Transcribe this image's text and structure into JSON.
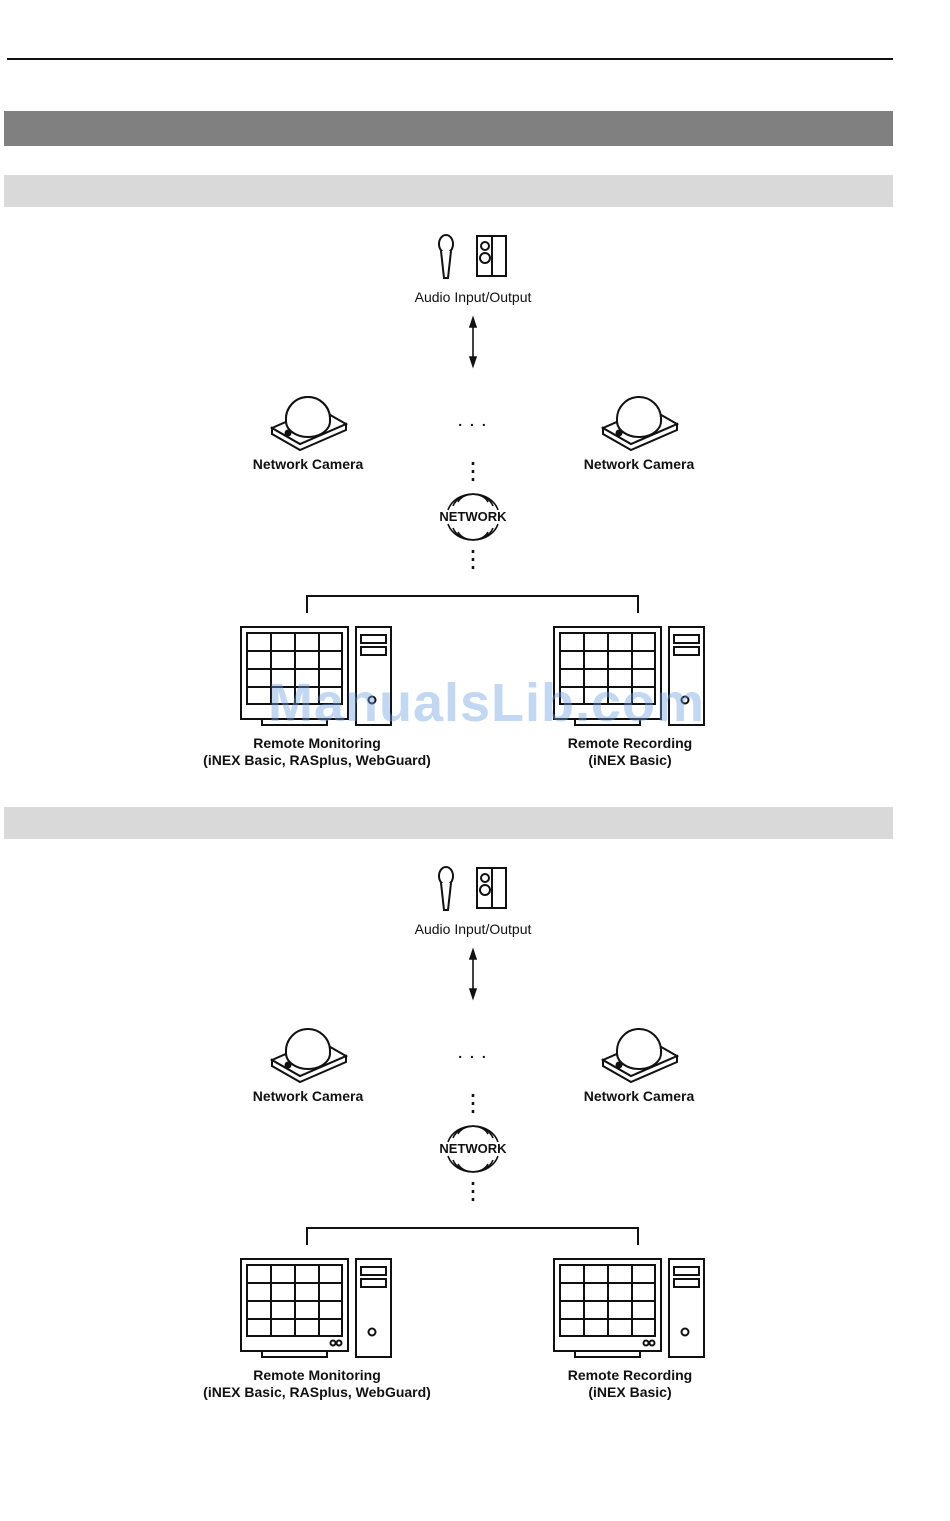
{
  "diagrams": [
    {
      "audio_label": "Audio Input/Output",
      "camera_left_label": "Network Camera",
      "camera_right_label": "Network Camera",
      "ellipsis": ". . .",
      "network_label": "NETWORK",
      "monitoring_label_line1": "Remote Monitoring",
      "monitoring_label_line2": "(iNEX Basic, RASplus, WebGuard)",
      "recording_label_line1": "Remote Recording",
      "recording_label_line2": "(iNEX Basic)"
    },
    {
      "audio_label": "Audio Input/Output",
      "camera_left_label": "Network Camera",
      "camera_right_label": "Network Camera",
      "ellipsis": ". . .",
      "network_label": "NETWORK",
      "monitoring_label_line1": "Remote Monitoring",
      "monitoring_label_line2": "(iNEX Basic, RASplus, WebGuard)",
      "recording_label_line1": "Remote Recording",
      "recording_label_line2": "(iNEX Basic)"
    }
  ],
  "watermark": "ManualsLib.com",
  "colors": {
    "header_bar": "#808080",
    "section_bar": "#d9d9d9",
    "line": "#111111",
    "watermark": "#6ea0e1"
  }
}
